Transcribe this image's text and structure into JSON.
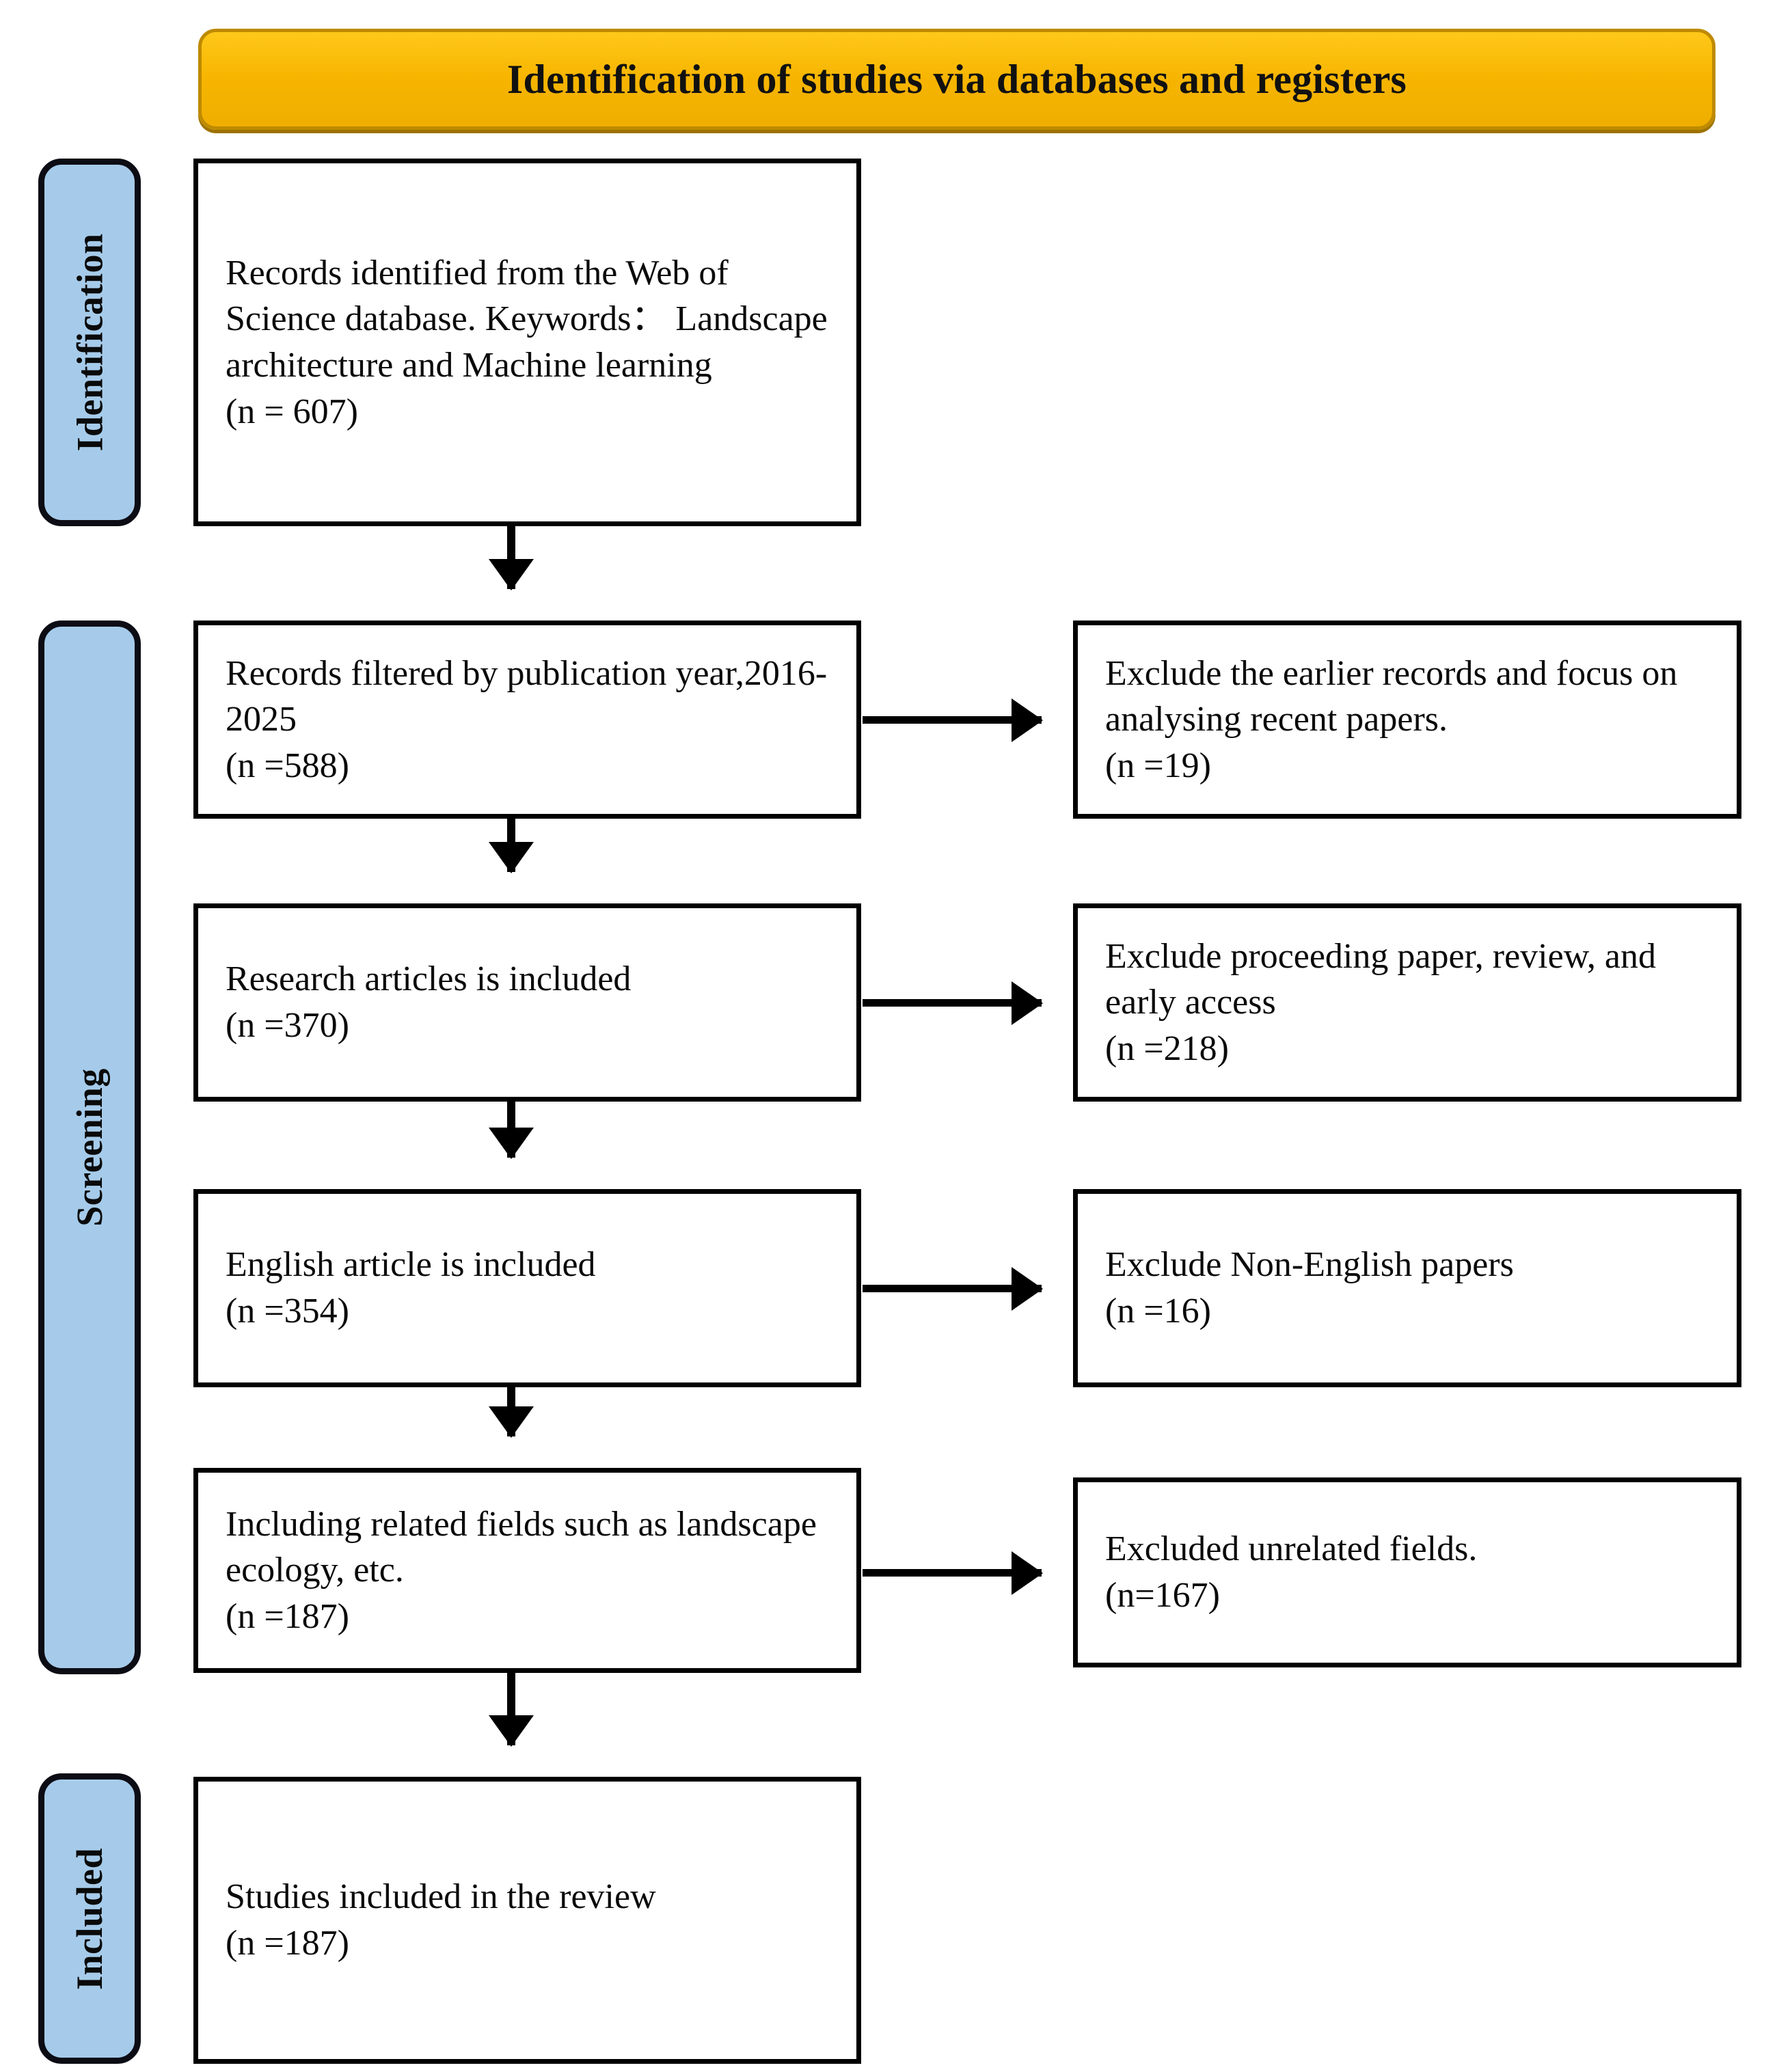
{
  "diagram": {
    "title": "Identification of studies via databases and registers",
    "colors": {
      "banner_fill": "#F7B500",
      "banner_border": "#BE8A00",
      "stage_pill_fill": "#A6CBEA",
      "stage_pill_border": "#0C0C14",
      "box_border": "#000000",
      "text": "#0A0A0A",
      "background": "#FFFFFF"
    }
  },
  "stages": [
    {
      "id": "identification",
      "label": "Identification"
    },
    {
      "id": "screening",
      "label": "Screening"
    },
    {
      "id": "included",
      "label": "Included"
    }
  ],
  "boxes": {
    "identified": {
      "text": "Records identified from the Web of Science database. Keywords： Landscape architecture and Machine learning\n(n = 607)",
      "n": 607
    },
    "filtered": {
      "text": "Records filtered by publication year,2016-2025\n(n =588)",
      "n": 588
    },
    "exclude_year": {
      "text": "Exclude the earlier records and focus on analysing recent papers.\n(n =19)",
      "n": 19
    },
    "research_articles": {
      "text": "Research articles is included\n(n =370)",
      "n": 370
    },
    "exclude_type": {
      "text": "Exclude proceeding paper, review, and early access\n(n =218)",
      "n": 218
    },
    "english_article": {
      "text": "English article is included\n(n =354)",
      "n": 354
    },
    "exclude_language": {
      "text": "Exclude Non-English papers\n(n =16)",
      "n": 16
    },
    "related_fields": {
      "text": "Including related fields such as landscape ecology, etc.\n(n =187)",
      "n": 187
    },
    "exclude_fields": {
      "text": "Excluded unrelated fields.\n(n=167)",
      "n": 167
    },
    "included_studies": {
      "text": "Studies included in the review\n(n =187)",
      "n": 187
    }
  },
  "flow": {
    "down_arrows": 5,
    "right_arrows": 4
  }
}
